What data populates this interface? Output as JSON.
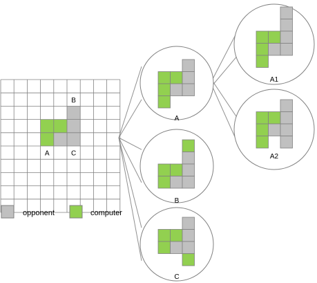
{
  "colors": {
    "opponent": "#c0c0c0",
    "computer": "#92d050",
    "grid_line": "#808080",
    "connector": "#909090",
    "circle_stroke": "#808080"
  },
  "legend": {
    "opponent_label": "opponent",
    "computer_label": "computer"
  },
  "board": {
    "rows": 10,
    "cols": 9,
    "cells": [
      {
        "row": 2,
        "col": 5,
        "owner": "opponent"
      },
      {
        "row": 3,
        "col": 5,
        "owner": "opponent"
      },
      {
        "row": 3,
        "col": 3,
        "owner": "computer"
      },
      {
        "row": 3,
        "col": 4,
        "owner": "computer"
      },
      {
        "row": 4,
        "col": 3,
        "owner": "computer"
      },
      {
        "row": 4,
        "col": 4,
        "owner": "opponent"
      },
      {
        "row": 4,
        "col": 5,
        "owner": "opponent"
      }
    ],
    "labels": [
      {
        "text": "B",
        "row": 1,
        "col": 5
      },
      {
        "text": "A",
        "row": 5,
        "col": 3
      },
      {
        "text": "C",
        "row": 5,
        "col": 5
      }
    ]
  },
  "nodes": [
    {
      "id": "A",
      "label": "A",
      "cells": [
        {
          "row": 0,
          "col": 2,
          "owner": "opponent"
        },
        {
          "row": 1,
          "col": 0,
          "owner": "computer"
        },
        {
          "row": 1,
          "col": 1,
          "owner": "computer"
        },
        {
          "row": 1,
          "col": 2,
          "owner": "opponent"
        },
        {
          "row": 2,
          "col": 0,
          "owner": "computer"
        },
        {
          "row": 2,
          "col": 1,
          "owner": "opponent"
        },
        {
          "row": 2,
          "col": 2,
          "owner": "opponent"
        },
        {
          "row": 3,
          "col": 0,
          "owner": "computer"
        }
      ]
    },
    {
      "id": "B",
      "label": "B",
      "cells": [
        {
          "row": 0,
          "col": 2,
          "owner": "computer"
        },
        {
          "row": 1,
          "col": 2,
          "owner": "opponent"
        },
        {
          "row": 2,
          "col": 0,
          "owner": "computer"
        },
        {
          "row": 2,
          "col": 1,
          "owner": "computer"
        },
        {
          "row": 2,
          "col": 2,
          "owner": "opponent"
        },
        {
          "row": 3,
          "col": 0,
          "owner": "computer"
        },
        {
          "row": 3,
          "col": 1,
          "owner": "opponent"
        },
        {
          "row": 3,
          "col": 2,
          "owner": "opponent"
        }
      ]
    },
    {
      "id": "C",
      "label": "C",
      "cells": [
        {
          "row": 0,
          "col": 2,
          "owner": "opponent"
        },
        {
          "row": 1,
          "col": 0,
          "owner": "computer"
        },
        {
          "row": 1,
          "col": 1,
          "owner": "computer"
        },
        {
          "row": 1,
          "col": 2,
          "owner": "opponent"
        },
        {
          "row": 2,
          "col": 0,
          "owner": "computer"
        },
        {
          "row": 2,
          "col": 1,
          "owner": "opponent"
        },
        {
          "row": 2,
          "col": 2,
          "owner": "opponent"
        },
        {
          "row": 3,
          "col": 2,
          "owner": "computer"
        }
      ]
    },
    {
      "id": "A1",
      "label": "A1",
      "cells": [
        {
          "row": 0,
          "col": 2,
          "owner": "opponent"
        },
        {
          "row": 1,
          "col": 2,
          "owner": "opponent"
        },
        {
          "row": 2,
          "col": 0,
          "owner": "computer"
        },
        {
          "row": 2,
          "col": 1,
          "owner": "computer"
        },
        {
          "row": 2,
          "col": 2,
          "owner": "opponent"
        },
        {
          "row": 3,
          "col": 0,
          "owner": "computer"
        },
        {
          "row": 3,
          "col": 1,
          "owner": "opponent"
        },
        {
          "row": 3,
          "col": 2,
          "owner": "opponent"
        },
        {
          "row": 4,
          "col": 0,
          "owner": "computer"
        }
      ]
    },
    {
      "id": "A2",
      "label": "A2",
      "cells": [
        {
          "row": 0,
          "col": 2,
          "owner": "opponent"
        },
        {
          "row": 1,
          "col": 0,
          "owner": "computer"
        },
        {
          "row": 1,
          "col": 1,
          "owner": "computer"
        },
        {
          "row": 1,
          "col": 2,
          "owner": "opponent"
        },
        {
          "row": 2,
          "col": 0,
          "owner": "computer"
        },
        {
          "row": 2,
          "col": 1,
          "owner": "opponent"
        },
        {
          "row": 2,
          "col": 2,
          "owner": "opponent"
        },
        {
          "row": 3,
          "col": 0,
          "owner": "computer"
        },
        {
          "row": 3,
          "col": 2,
          "owner": "opponent"
        }
      ]
    }
  ]
}
